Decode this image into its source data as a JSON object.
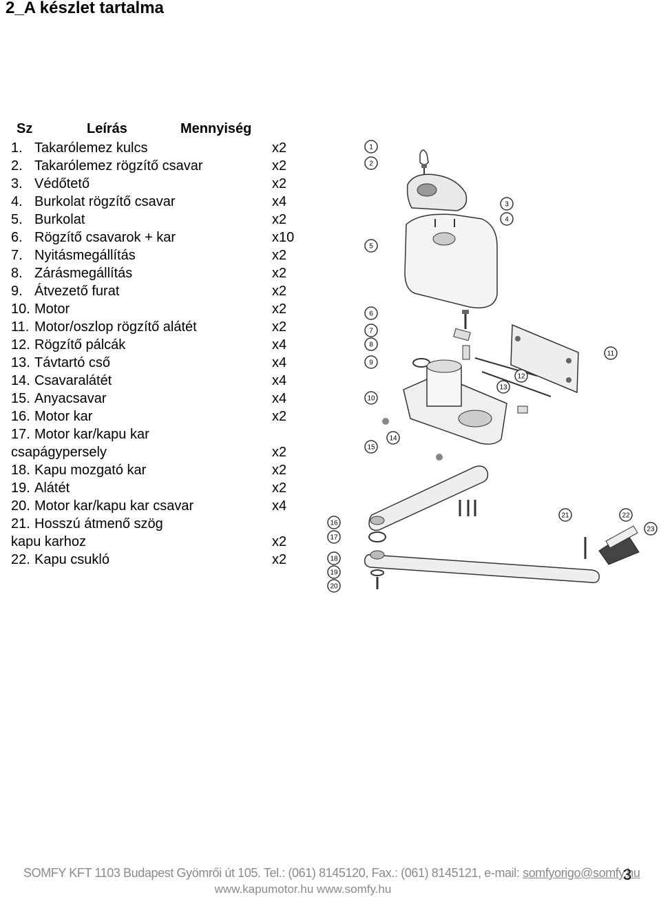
{
  "title": "2_A készlet tartalma",
  "table": {
    "headers": [
      "Sz",
      "Leírás",
      "Mennyiség"
    ],
    "rows": [
      {
        "num": "1.",
        "desc": "Takarólemez kulcs",
        "qty": "x2"
      },
      {
        "num": "2.",
        "desc": "Takarólemez rögzítő csavar",
        "qty": "x2"
      },
      {
        "num": "3.",
        "desc": "Védőtető",
        "qty": "x2"
      },
      {
        "num": "4.",
        "desc": "Burkolat rögzítő csavar",
        "qty": "x4"
      },
      {
        "num": "5.",
        "desc": "Burkolat",
        "qty": "x2"
      },
      {
        "num": "6.",
        "desc": "Rögzítő csavarok + kar",
        "qty": "x10"
      },
      {
        "num": "7.",
        "desc": "Nyitásmegállítás",
        "qty": "x2"
      },
      {
        "num": "8.",
        "desc": "Zárásmegállítás",
        "qty": "x2"
      },
      {
        "num": "9.",
        "desc": "Átvezető furat",
        "qty": "x2"
      },
      {
        "num": "10.",
        "desc": "Motor",
        "qty": "x2"
      },
      {
        "num": "11.",
        "desc": "Motor/oszlop rögzítő alátét",
        "qty": "x2"
      },
      {
        "num": "12.",
        "desc": "Rögzítő pálcák",
        "qty": "x4"
      },
      {
        "num": "13.",
        "desc": "Távtartó cső",
        "qty": "x4"
      },
      {
        "num": "14.",
        "desc": "Csavaralátét",
        "qty": "x4"
      },
      {
        "num": "15.",
        "desc": "Anyacsavar",
        "qty": "x4"
      },
      {
        "num": "16.",
        "desc": "Motor kar",
        "qty": "x2"
      },
      {
        "num": "17.",
        "desc": "Motor kar/kapu kar",
        "desc2": "csapágypersely",
        "qty": "x2"
      },
      {
        "num": "18.",
        "desc": "Kapu mozgató kar",
        "qty": "x2"
      },
      {
        "num": "19.",
        "desc": "Alátét",
        "qty": "x2"
      },
      {
        "num": "20.",
        "desc": "Motor kar/kapu kar csavar",
        "qty": "x4"
      },
      {
        "num": "21.",
        "desc": "Hosszú átmenő szög",
        "desc2": "kapu karhoz",
        "qty": "x2"
      },
      {
        "num": "22.",
        "desc": "Kapu csukló",
        "qty": "x2"
      }
    ]
  },
  "diagram_labels": [
    "1",
    "2",
    "3",
    "4",
    "5",
    "6",
    "7",
    "8",
    "9",
    "10",
    "11",
    "12",
    "13",
    "14",
    "15",
    "16",
    "17",
    "18",
    "19",
    "20",
    "21",
    "22",
    "23"
  ],
  "footer": {
    "line1": "SOMFY KFT 1103 Budapest Gyömrői út 105. Tel.: (061) 8145120, Fax.: (061) 8145121, e-mail: ",
    "email": "somfyorigo@somfy.hu",
    "line2": "www.kapumotor.hu www.somfy.hu",
    "page": "3"
  }
}
